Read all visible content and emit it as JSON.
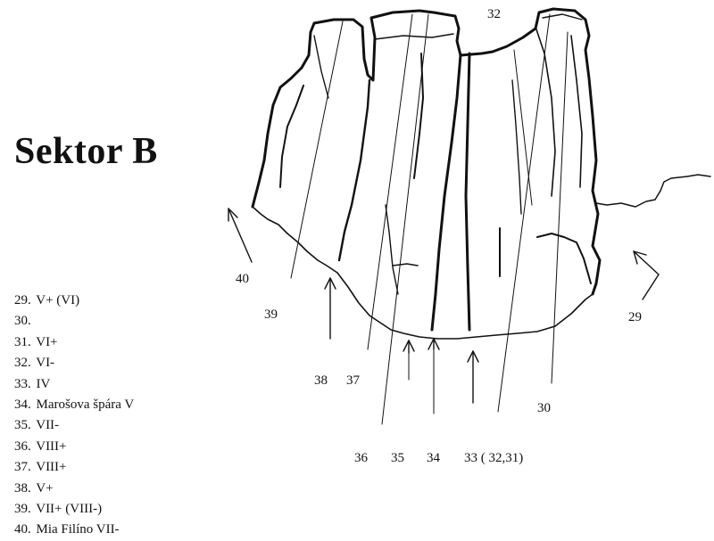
{
  "title": "Sektor B",
  "routes": [
    {
      "number": "29.",
      "text": "V+ (VI)"
    },
    {
      "number": "30.",
      "text": ""
    },
    {
      "number": "31.",
      "text": "VI+"
    },
    {
      "number": "32.",
      "text": "VI-"
    },
    {
      "number": "33.",
      "text": "IV"
    },
    {
      "number": "34.",
      "text": "Marošova špára  V"
    },
    {
      "number": "35.",
      "text": "VII-"
    },
    {
      "number": "36.",
      "text": "VIII+"
    },
    {
      "number": "37.",
      "text": "VIII+"
    },
    {
      "number": "38.",
      "text": "V+"
    },
    {
      "number": "39.",
      "text": "VII+ (VIII-)"
    },
    {
      "number": "40.",
      "text": "Mia Filíno  VII-"
    }
  ],
  "diagram_labels": {
    "r32": "32",
    "r40": "40",
    "r39": "39",
    "r29": "29",
    "r38": "38",
    "r37": "37",
    "r30": "30",
    "r36": "36",
    "r35": "35",
    "r34": "34",
    "r33": "33 ( 32,31)"
  }
}
